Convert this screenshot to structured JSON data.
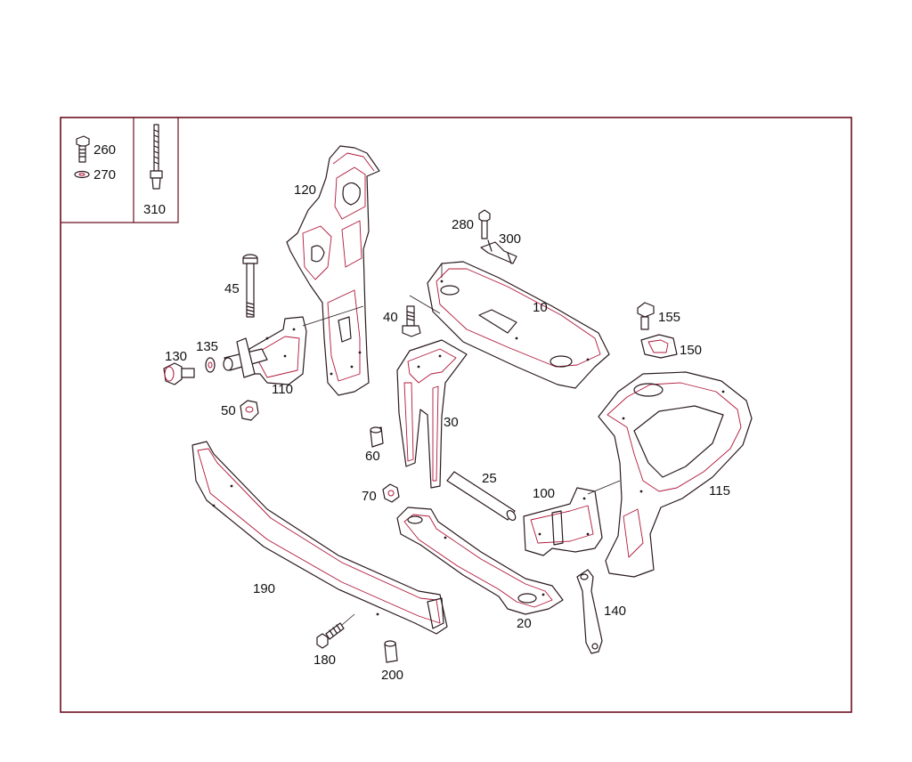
{
  "diagram": {
    "callouts": {
      "p260": "260",
      "p270": "270",
      "p310": "310",
      "p120": "120",
      "p280": "280",
      "p300": "300",
      "p45": "45",
      "p40": "40",
      "p10": "10",
      "p155": "155",
      "p150": "150",
      "p130": "130",
      "p135": "135",
      "p110": "110",
      "p50": "50",
      "p30": "30",
      "p60": "60",
      "p25": "25",
      "p100": "100",
      "p115": "115",
      "p70": "70",
      "p190": "190",
      "p140": "140",
      "p20": "20",
      "p180": "180",
      "p200": "200"
    }
  }
}
